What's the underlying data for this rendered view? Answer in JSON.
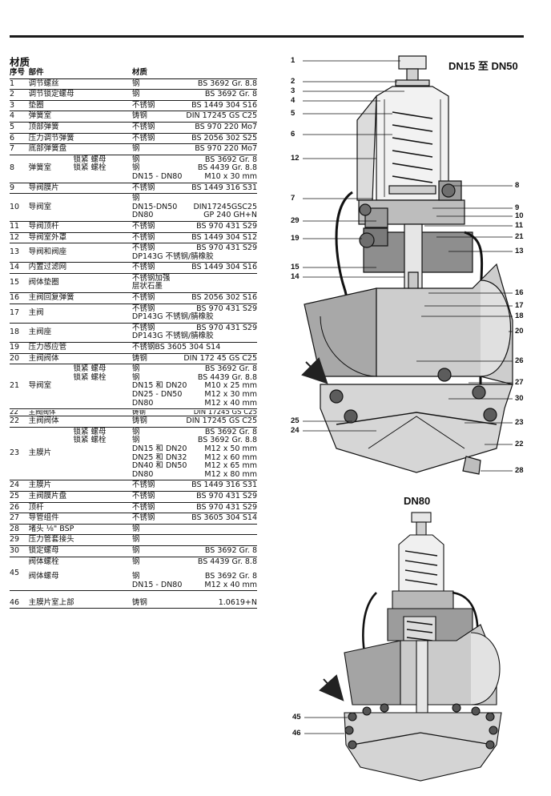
{
  "section_title": "材质",
  "table": {
    "headers": {
      "no": "序号",
      "part": "部件",
      "material": "材质"
    },
    "rows": [
      {
        "no": "1",
        "name": "调节螺丝",
        "material": "钢",
        "spec": "BS 3692 Gr. 8.8"
      },
      {
        "no": "2",
        "name": "调节锁定螺母",
        "material": "钢",
        "spec": "BS 3692 Gr. 8"
      },
      {
        "no": "3",
        "name": "垫圈",
        "material": "不锈钢",
        "spec": "BS 1449 304 S16"
      },
      {
        "no": "4",
        "name": "弹簧室",
        "material": "铸钢",
        "spec": "DIN 17245 GS C25"
      },
      {
        "no": "5",
        "name": "顶部弹簧",
        "material": "不锈钢",
        "spec": "BS 970 220 Mo7"
      },
      {
        "no": "6",
        "name": "压力调节弹簧",
        "material": "不锈钢",
        "spec": "BS 2056 302 S25"
      },
      {
        "no": "7",
        "name": "底部弹簧盘",
        "material": "钢",
        "spec": "BS 970 220 Mo7"
      }
    ],
    "row8": {
      "no": "8",
      "name": "弹簧室",
      "sub1": "锁紧 螺母",
      "mat1": "钢",
      "spec1": "BS 3692 Gr. 8",
      "sub2": "锁紧 螺栓",
      "mat2": "钢",
      "spec2": "BS 4439 Gr. 8.8",
      "size_label": "DN15 - DN80",
      "size": "M10 x 30 mm"
    },
    "row9": {
      "no": "9",
      "name": "导阀膜片",
      "material": "不锈钢",
      "spec": "BS 1449 316 S31"
    },
    "row10": {
      "no": "10",
      "name": "导阀室",
      "material": "钢",
      "l2a": "DN15-DN50",
      "l2b": "DIN17245GSC25",
      "l3a": "DN80",
      "l3b": "GP 240 GH+N"
    },
    "rows_b": [
      {
        "no": "11",
        "name": "导阀顶杆",
        "material": "不锈钢",
        "spec": "BS 970 431 S29"
      },
      {
        "no": "12",
        "name": "导阀室外罩",
        "material": "不锈钢",
        "spec": "BS 1449 304 S12"
      }
    ],
    "row13": {
      "no": "13",
      "name": "导阀和阀座",
      "material": "不锈钢",
      "spec": "BS 970 431 S29",
      "line2": "DP143G 不锈钢/腈橡胶"
    },
    "row14": {
      "no": "14",
      "name": "内置过滤网",
      "material": "不锈钢",
      "spec": "BS 1449 304 S16"
    },
    "row15": {
      "no": "15",
      "name": "阀体垫圈",
      "line1": "不锈钢加强",
      "line2": "层状石墨"
    },
    "row16": {
      "no": "16",
      "name": "主阀回复弹簧",
      "material": "不锈钢",
      "spec": "BS 2056 302 S16"
    },
    "row17": {
      "no": "17",
      "name": "主阀",
      "material": "不锈钢",
      "spec": "BS 970 431 S29",
      "line2": "DP143G 不锈钢/腈橡胶"
    },
    "row18": {
      "no": "18",
      "name": "主阀座",
      "material": "不锈钢",
      "spec": "BS 970 431 S29",
      "line2": "DP143G 不锈钢/腈橡胶"
    },
    "row19": {
      "no": "19",
      "name": "压力感应管",
      "material": "不锈钢BS 3605 304 S14"
    },
    "row20": {
      "no": "20",
      "name": "主阀阀体",
      "material": "铸钢",
      "spec": "DIN 172 45 GS C25"
    },
    "row21": {
      "no": "21",
      "name": "导阀室",
      "sub1": "锁紧 螺母",
      "mat1": "钢",
      "spec1": "BS 3692 Gr. 8",
      "sub2": "锁紧 螺栓",
      "mat2": "钢",
      "spec2": "BS 4439 Gr. 8.8",
      "sizes": [
        [
          "DN15 和 DN20",
          "M10 x 25 mm"
        ],
        [
          "DN25 - DN50",
          "M12 x 30 mm"
        ],
        [
          "DN80",
          "M12 x 40 mm"
        ]
      ]
    },
    "cut_row": {
      "no": "22",
      "name": "主阀阀体",
      "material": "铸钢",
      "spec": "DIN 17245 GS C25"
    },
    "row22": {
      "no": "22",
      "name": "主阀阀体",
      "material": "铸钢",
      "spec": "DIN 17245 GS C25"
    },
    "row23": {
      "no": "23",
      "name": "主膜片",
      "sub1": "锁紧 螺母",
      "mat1": "钢",
      "spec1": "BS 3692 Gr. 8",
      "sub2": "锁紧 螺栓",
      "mat2": "钢",
      "spec2": "BS 3692 Gr. 8.8",
      "sizes": [
        [
          "DN15 和 DN20",
          "M12 x 50 mm"
        ],
        [
          "DN25 和 DN32",
          "M12 x 60 mm"
        ],
        [
          "DN40 和 DN50",
          "M12 x 65 mm"
        ],
        [
          "DN80",
          "M12 x 80 mm"
        ]
      ]
    },
    "rows_c": [
      {
        "no": "24",
        "name": "主膜片",
        "material": "不锈钢",
        "spec": "BS 1449 316 S31"
      },
      {
        "no": "25",
        "name": "主阀膜片盘",
        "material": "不锈钢",
        "spec": "BS 970 431 S29"
      },
      {
        "no": "26",
        "name": "顶杆",
        "material": "不锈钢",
        "spec": "BS 970 431 S29"
      },
      {
        "no": "27",
        "name": "导管组件",
        "material": "不锈钢",
        "spec": "BS 3605 304 S14"
      },
      {
        "no": "28",
        "name": "堵头 ⅛\" BSP",
        "material": "钢",
        "spec": ""
      },
      {
        "no": "29",
        "name": "压力管套接头",
        "material": "钢",
        "spec": ""
      },
      {
        "no": "30",
        "name": "锁定螺母",
        "material": "钢",
        "spec": "BS 3692 Gr. 8"
      }
    ],
    "row45": {
      "no": "45",
      "name1": "阀体螺栓",
      "mat1": "钢",
      "spec1": "BS 4439 Gr. 8.8",
      "name2": "阀体螺母",
      "mat2": "钢",
      "spec2": "BS 3692 Gr. 8",
      "size_label": "DN15 - DN80",
      "size": "M12 x 40 mm"
    },
    "row46": {
      "no": "46",
      "name": "主膜片室上部",
      "material": "铸钢",
      "spec": "1.0619+N"
    }
  },
  "drawing_top": {
    "title": "DN15 至 DN50",
    "labels_left": [
      "1",
      "2",
      "3",
      "4",
      "5",
      "6",
      "12",
      "7",
      "29",
      "19",
      "15",
      "14",
      "25",
      "24"
    ],
    "labels_right": [
      "8",
      "9",
      "10",
      "11",
      "21",
      "13",
      "16",
      "17",
      "18",
      "20",
      "26",
      "27",
      "30",
      "23",
      "22",
      "28"
    ]
  },
  "drawing_bottom": {
    "title": "DN80",
    "labels_left": [
      "45",
      "46"
    ]
  }
}
